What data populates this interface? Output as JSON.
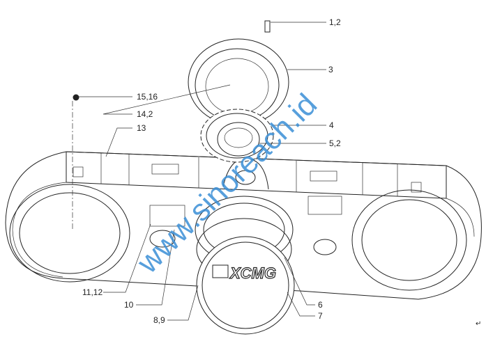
{
  "diagram": {
    "brand_logo": "XCMG",
    "watermark": "www.sinoreach.id",
    "end_mark": "↵",
    "callouts": [
      {
        "id": "c1",
        "label": "1,2"
      },
      {
        "id": "c3",
        "label": "3"
      },
      {
        "id": "c15",
        "label": "15,16"
      },
      {
        "id": "c14",
        "label": "14,2"
      },
      {
        "id": "c13",
        "label": "13"
      },
      {
        "id": "c4",
        "label": "4"
      },
      {
        "id": "c5",
        "label": "5,2"
      },
      {
        "id": "c11",
        "label": "11,12"
      },
      {
        "id": "c10",
        "label": "10"
      },
      {
        "id": "c8",
        "label": "8,9"
      },
      {
        "id": "c6",
        "label": "6"
      },
      {
        "id": "c7",
        "label": "7"
      }
    ]
  }
}
